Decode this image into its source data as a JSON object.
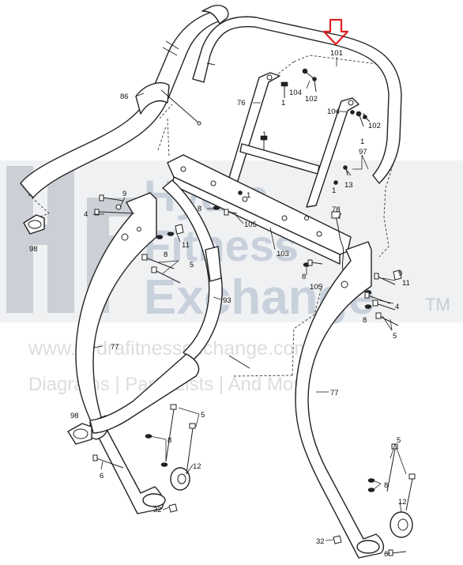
{
  "diagram": {
    "callouts": [
      {
        "id": "c-101",
        "text": "101"
      },
      {
        "id": "c-86",
        "text": "86"
      },
      {
        "id": "c-76",
        "text": "76"
      },
      {
        "id": "c-1a",
        "text": "1"
      },
      {
        "id": "c-104a",
        "text": "104"
      },
      {
        "id": "c-102a",
        "text": "102"
      },
      {
        "id": "c-104b",
        "text": "104"
      },
      {
        "id": "c-1b",
        "text": "1"
      },
      {
        "id": "c-102b",
        "text": "102"
      },
      {
        "id": "c-1c",
        "text": "1"
      },
      {
        "id": "c-1d",
        "text": "1"
      },
      {
        "id": "c-97",
        "text": "97"
      },
      {
        "id": "c-13",
        "text": "13"
      },
      {
        "id": "c-1e",
        "text": "1"
      },
      {
        "id": "c-1f",
        "text": "1"
      },
      {
        "id": "c-9a",
        "text": "9"
      },
      {
        "id": "c-4a",
        "text": "4"
      },
      {
        "id": "c-8a",
        "text": "8"
      },
      {
        "id": "c-78",
        "text": "78"
      },
      {
        "id": "c-105a",
        "text": "105"
      },
      {
        "id": "c-98a",
        "text": "98"
      },
      {
        "id": "c-11a",
        "text": "11"
      },
      {
        "id": "c-8b",
        "text": "8"
      },
      {
        "id": "c-5a",
        "text": "5"
      },
      {
        "id": "c-103",
        "text": "103"
      },
      {
        "id": "c-8c",
        "text": "8"
      },
      {
        "id": "c-105b",
        "text": "105"
      },
      {
        "id": "c-9b",
        "text": "9"
      },
      {
        "id": "c-11b",
        "text": "11"
      },
      {
        "id": "c-93",
        "text": "93"
      },
      {
        "id": "c-4b",
        "text": "4"
      },
      {
        "id": "c-8d",
        "text": "8"
      },
      {
        "id": "c-5b",
        "text": "5"
      },
      {
        "id": "c-77a",
        "text": "77"
      },
      {
        "id": "c-77b",
        "text": "77"
      },
      {
        "id": "c-98b",
        "text": "98"
      },
      {
        "id": "c-5c",
        "text": "5"
      },
      {
        "id": "c-8e",
        "text": "8"
      },
      {
        "id": "c-5d",
        "text": "5"
      },
      {
        "id": "c-6a",
        "text": "6"
      },
      {
        "id": "c-12a",
        "text": "12"
      },
      {
        "id": "c-8f",
        "text": "8"
      },
      {
        "id": "c-32a",
        "text": "32"
      },
      {
        "id": "c-12b",
        "text": "12"
      },
      {
        "id": "c-32b",
        "text": "32"
      },
      {
        "id": "c-6b",
        "text": "6"
      }
    ],
    "indicator": {
      "color": "#e02020"
    },
    "parts_color": "#222222"
  },
  "watermark": {
    "brand_line1": "Hydra",
    "brand_line2": "Fitness",
    "brand_line3": "Exchange",
    "trademark": "TM",
    "url": "www.hydrafitnessexchange.com",
    "tagline": "Diagrams | Parts Lists | And More",
    "colors": {
      "blue": "#6f86a6",
      "gray": "#9aa0a8"
    }
  }
}
